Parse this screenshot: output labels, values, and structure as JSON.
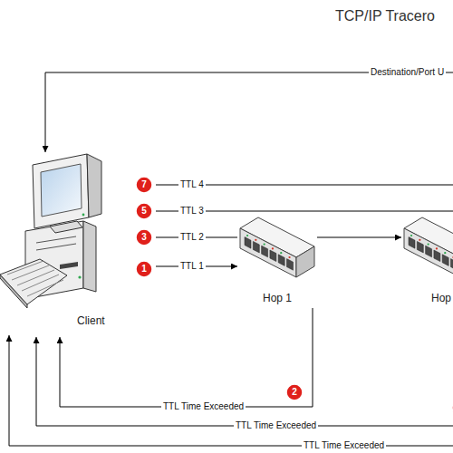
{
  "diagram": {
    "title": "TCP/IP Tracero",
    "nodes": [
      {
        "text": [
          "Client"
        ]
      },
      {
        "text": [
          "Hop 1"
        ]
      },
      {
        "text": [
          "Hop"
        ]
      }
    ],
    "edges": [
      {
        "from": 0,
        "to": 1,
        "arrow": "to",
        "label": "TTL 1"
      },
      {
        "from": 0,
        "to": 1,
        "arrow": "none",
        "label": "TTL 2"
      },
      {
        "from": 1,
        "to": 2,
        "arrow": "to"
      },
      {
        "from": 1,
        "to": 0,
        "arrow": "to",
        "label": "TTL Time Exceeded"
      },
      {
        "from": 2,
        "to": 0,
        "arrow": "to",
        "label": "TTL Time Exceeded"
      }
    ],
    "labels": [
      "Destination/Port U",
      "7",
      "TTL 4",
      "5",
      "TTL 3",
      "3",
      "1",
      "2",
      "TTL Time Exceeded"
    ]
  }
}
